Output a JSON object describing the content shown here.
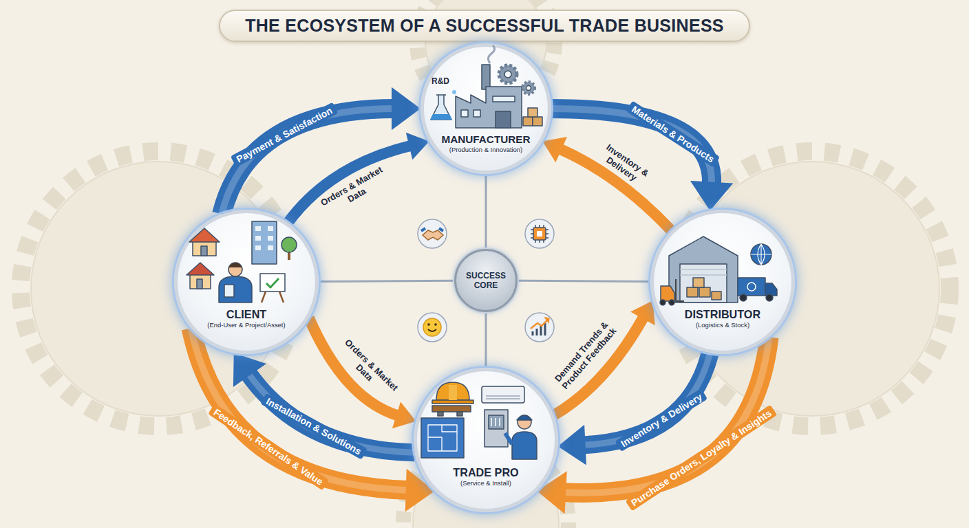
{
  "diagram": {
    "title": "THE ECOSYSTEM OF A SUCCESSFUL TRADE BUSINESS",
    "nodes": [
      {
        "text": [
          "MANUFACTURER",
          "(Production & Innovation)"
        ]
      },
      {
        "text": [
          "CLIENT",
          "(End-User & Project/Asset)"
        ]
      },
      {
        "text": [
          "SUCCESS CORE"
        ]
      },
      {
        "text": [
          "DISTRIBUTOR",
          "(Logistics & Stock)"
        ]
      },
      {
        "text": [
          "TRADE PRO",
          "(Service & Install)"
        ]
      }
    ],
    "edges": [
      {
        "from": 1,
        "to": 0,
        "label": "Payment & Satisfaction",
        "arrow": "to"
      },
      {
        "from": 1,
        "to": 0,
        "label": "Orders & Market Data",
        "arrow": "to"
      },
      {
        "from": 0,
        "to": 3,
        "label": "Materials & Products",
        "arrow": "to"
      },
      {
        "from": 3,
        "to": 0,
        "label": "Inventory & Delivery",
        "arrow": "to"
      },
      {
        "from": 1,
        "to": 4,
        "label": "Orders & Market Data",
        "arrow": "to"
      },
      {
        "from": 4,
        "to": 1,
        "label": "Installation & Solutions",
        "arrow": "to"
      },
      {
        "from": 1,
        "to": 4,
        "label": "Feedback, Referrals & Value",
        "arrow": "to"
      },
      {
        "from": 4,
        "to": 3,
        "label": "Demand Trends & Product Feedback",
        "arrow": "to"
      },
      {
        "from": 3,
        "to": 4,
        "label": "Inventory & Delivery",
        "arrow": "to"
      },
      {
        "from": 3,
        "to": 4,
        "label": "Purchase Orders, Loyalty & Insights",
        "arrow": "to"
      },
      {
        "from": 2,
        "to": 0,
        "arrow": "none"
      },
      {
        "from": 2,
        "to": 1,
        "arrow": "none"
      },
      {
        "from": 2,
        "to": 3,
        "arrow": "none"
      },
      {
        "from": 2,
        "to": 4,
        "arrow": "none"
      }
    ],
    "labels": [
      "R&D"
    ]
  }
}
